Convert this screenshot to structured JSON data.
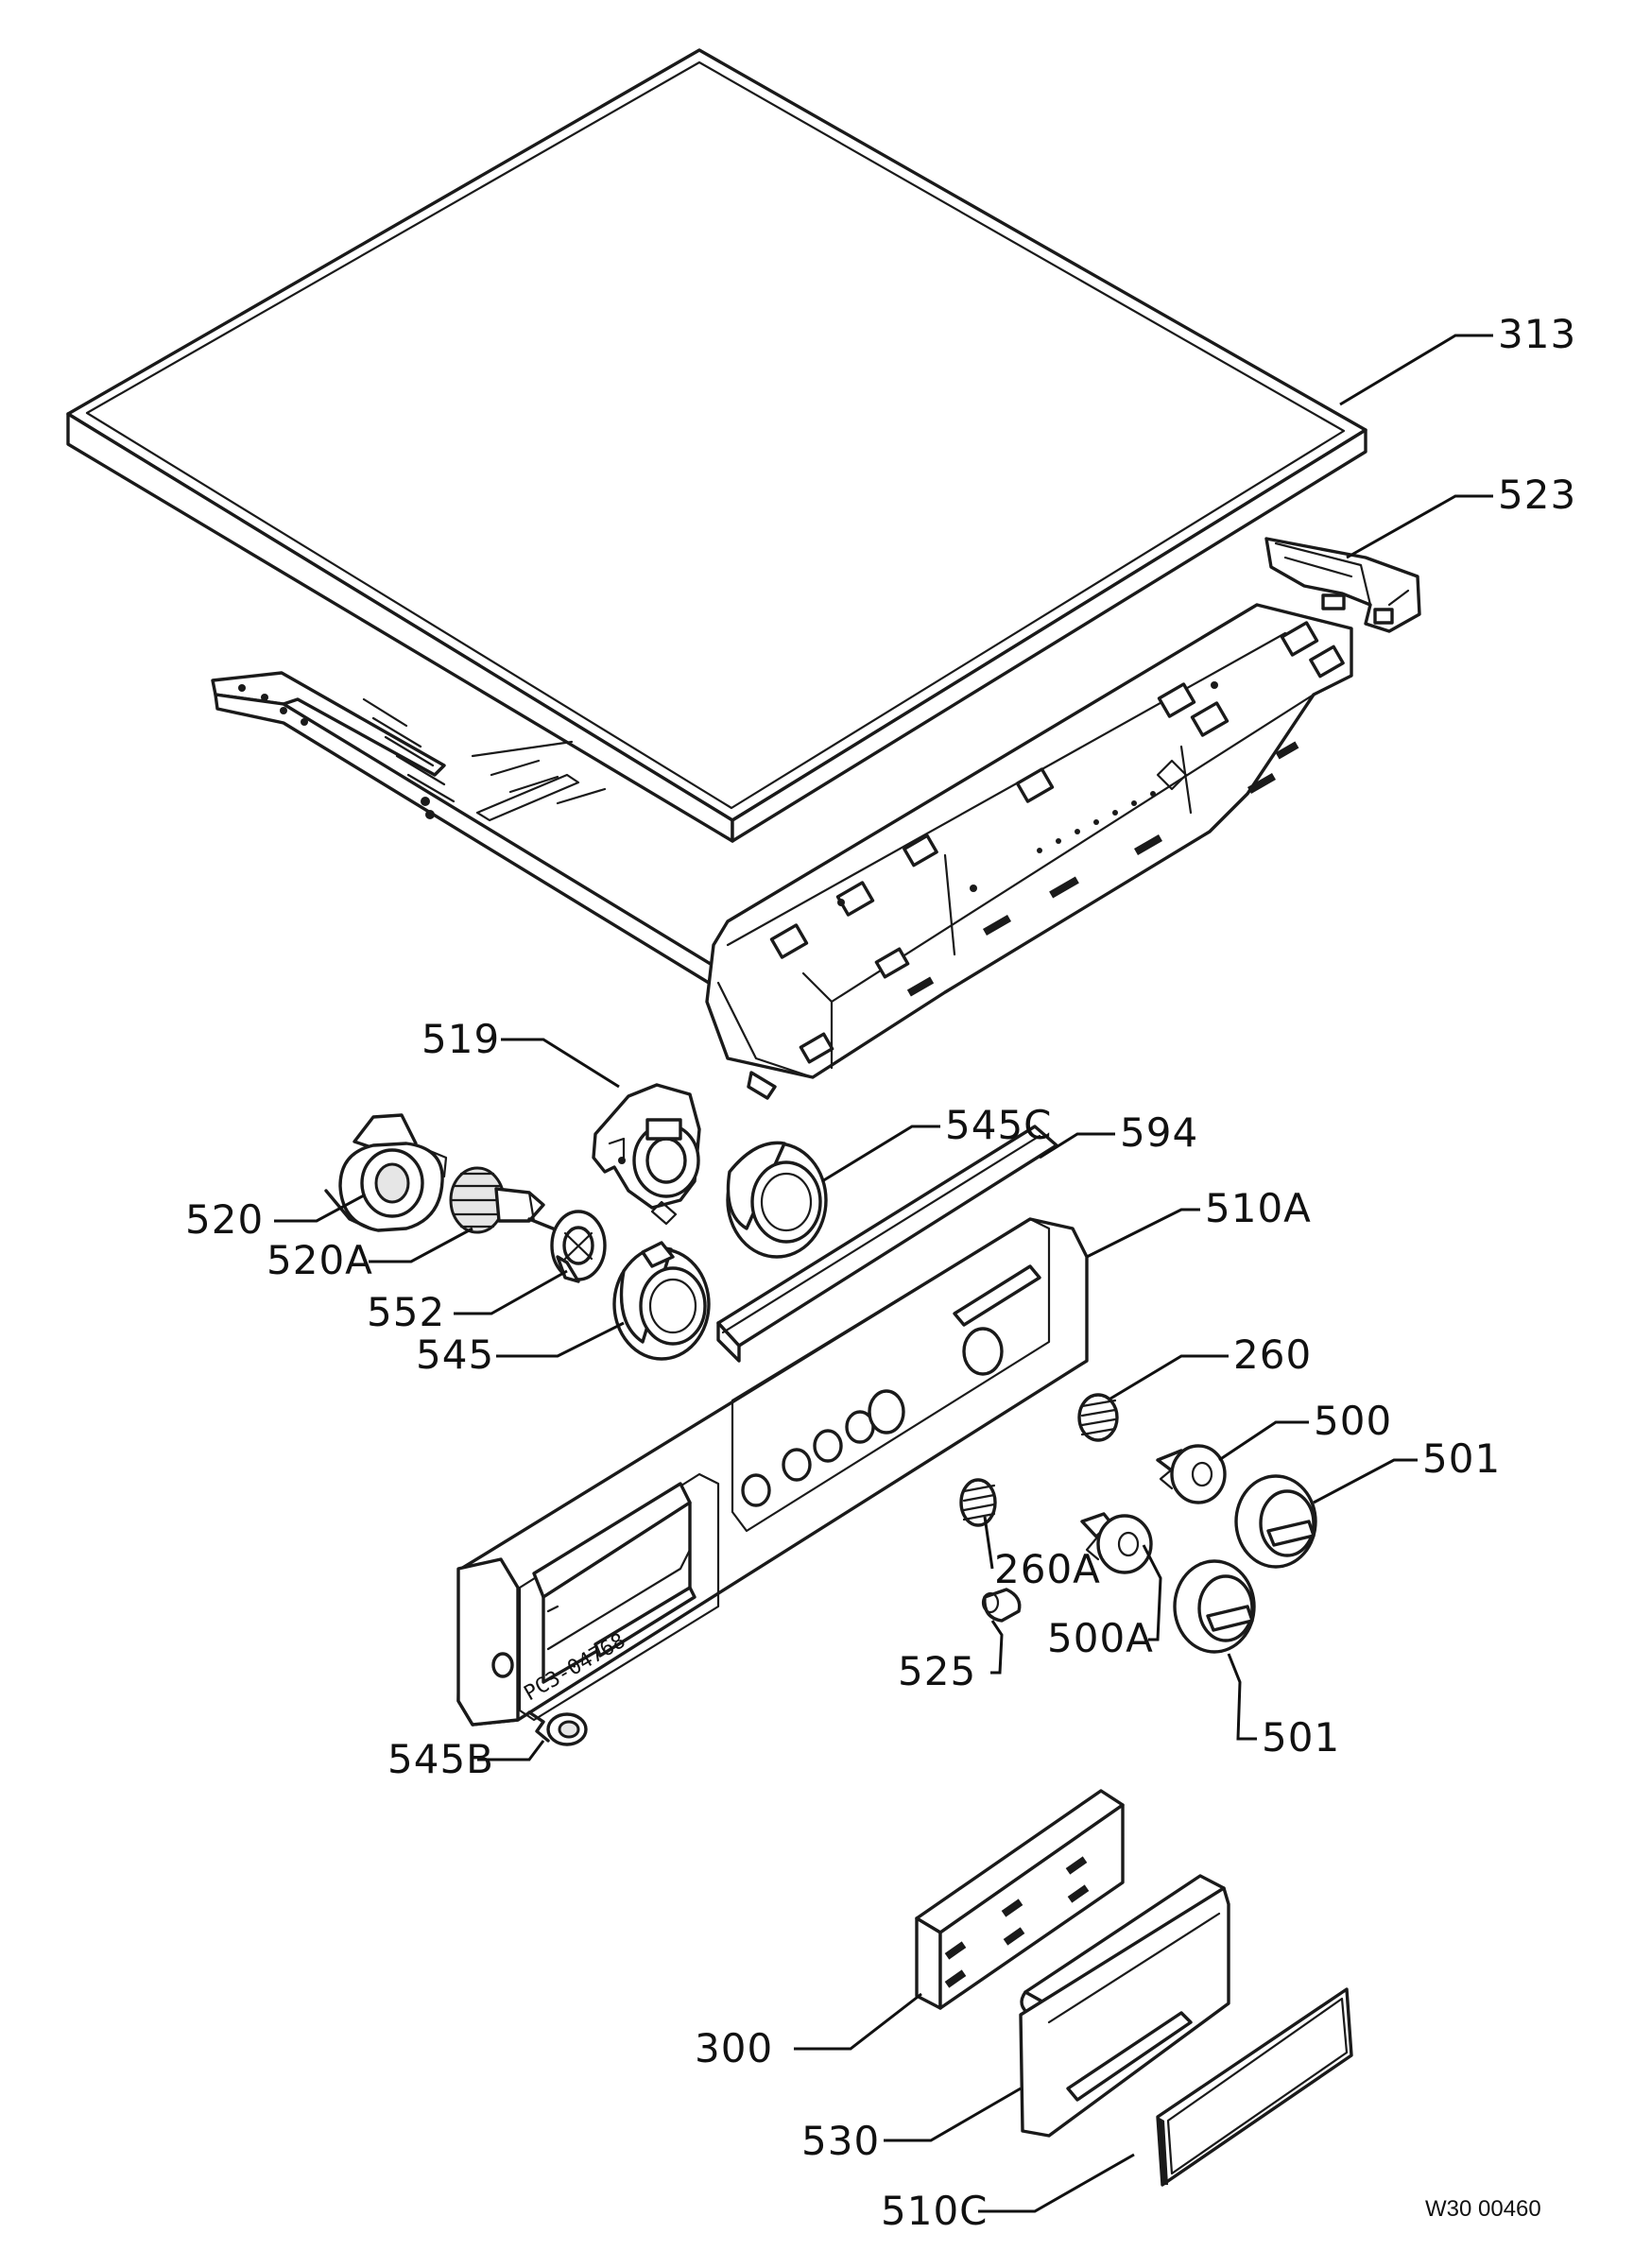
{
  "labels": {
    "l313": "313",
    "l523": "523",
    "l519": "519",
    "l545c": "545C",
    "l594": "594",
    "l510a": "510A",
    "l520": "520",
    "l520a": "520A",
    "l552": "552",
    "l545": "545",
    "l260": "260",
    "l500": "500",
    "l501a": "501",
    "l260a": "260A",
    "l500a": "500A",
    "l525": "525",
    "l501b": "501",
    "l545b": "545B",
    "l300": "300",
    "l530": "530",
    "l510c": "510C"
  },
  "panel_stamp": "PC3-04768",
  "drawing_code": "W30 00460"
}
